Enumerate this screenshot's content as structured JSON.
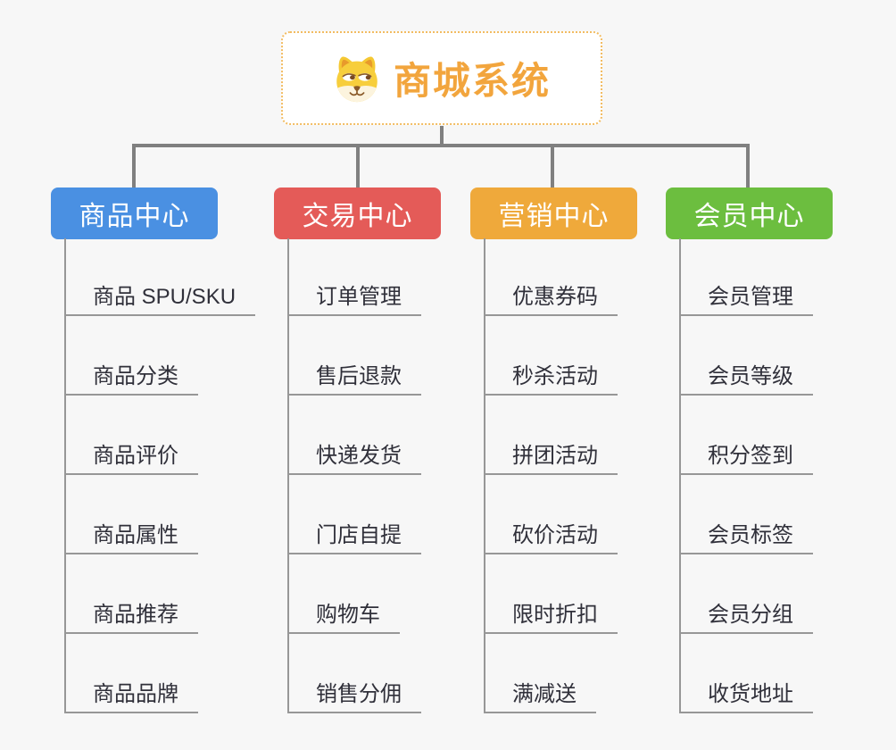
{
  "root": {
    "title": "商城系统",
    "accent_color": "#F2A53D",
    "border_color": "#F2BC62",
    "icon": "doge-icon"
  },
  "canvas": {
    "background": "#F7F7F7",
    "connector_color": "#808080",
    "child_line_color": "#979797",
    "child_text_color": "#30303A"
  },
  "branches": [
    {
      "label": "商品中心",
      "color": "#4A90E2",
      "children": [
        "商品 SPU/SKU",
        "商品分类",
        "商品评价",
        "商品属性",
        "商品推荐",
        "商品品牌"
      ]
    },
    {
      "label": "交易中心",
      "color": "#E45B58",
      "children": [
        "订单管理",
        "售后退款",
        "快递发货",
        "门店自提",
        "购物车",
        "销售分佣"
      ]
    },
    {
      "label": "营销中心",
      "color": "#EFA93B",
      "children": [
        "优惠券码",
        "秒杀活动",
        "拼团活动",
        "砍价活动",
        "限时折扣",
        "满减送"
      ]
    },
    {
      "label": "会员中心",
      "color": "#6CBE3F",
      "children": [
        "会员管理",
        "会员等级",
        "积分签到",
        "会员标签",
        "会员分组",
        "收货地址"
      ]
    }
  ]
}
